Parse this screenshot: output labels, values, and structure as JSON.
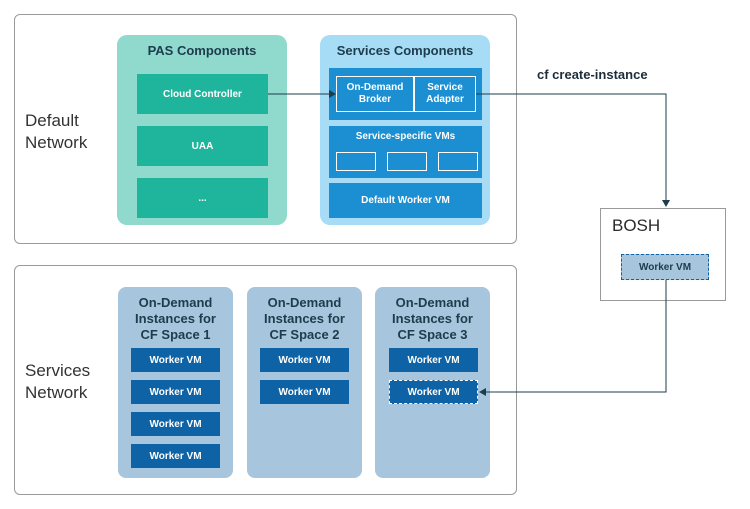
{
  "networks": {
    "default": {
      "label_line1": "Default",
      "label_line2": "Network",
      "pas": {
        "title": "PAS Components",
        "items": [
          "Cloud Controller",
          "UAA",
          "..."
        ]
      },
      "services": {
        "title": "Services Components",
        "broker_line1": "On-Demand",
        "broker_line2": "Broker",
        "adapter_line1": "Service",
        "adapter_line2": "Adapter",
        "specific_vms_label": "Service-specific VMs",
        "default_worker": "Default Worker VM"
      }
    },
    "services": {
      "label_line1": "Services",
      "label_line2": "Network",
      "columns": [
        {
          "title_lines": [
            "On-Demand",
            "Instances for",
            "CF Space 1"
          ],
          "workers": [
            "Worker VM",
            "Worker VM",
            "Worker VM",
            "Worker VM"
          ]
        },
        {
          "title_lines": [
            "On-Demand",
            "Instances for",
            "CF Space 2"
          ],
          "workers": [
            "Worker VM",
            "Worker VM"
          ]
        },
        {
          "title_lines": [
            "On-Demand",
            "Instances for",
            "CF Space 3"
          ],
          "workers": [
            "Worker VM",
            "Worker VM"
          ]
        }
      ]
    }
  },
  "bosh": {
    "title": "BOSH",
    "worker": "Worker VM"
  },
  "command_label": "cf create-instance",
  "colors": {
    "pas_group": "#8fd9cd",
    "pas_item": "#1fb59c",
    "services_group": "#a6dcf5",
    "services_item": "#1b8fd2",
    "column_bg": "#a7c5dc",
    "worker_vm": "#0d63a5",
    "arrow": "#1d3c4c"
  }
}
